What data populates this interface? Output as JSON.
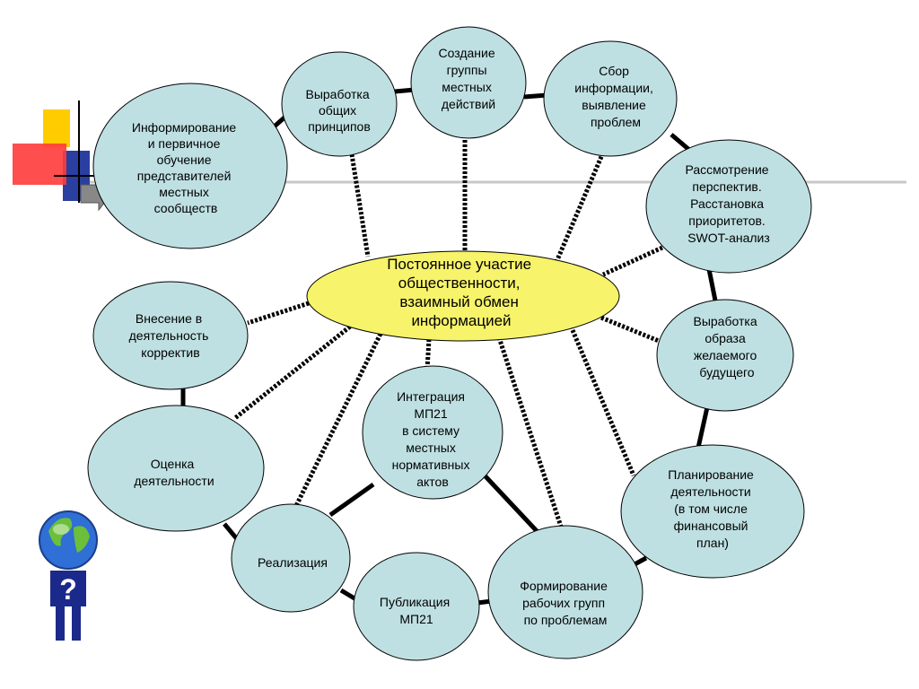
{
  "colors": {
    "node_fill": "#bfe0e2",
    "center_fill": "#f7f36a",
    "stroke": "#000000"
  },
  "center": {
    "lines": [
      "Постоянное участие",
      "общественности,",
      "взаимный обмен",
      "информацией"
    ]
  },
  "nodes": {
    "informing": {
      "lines": [
        "Информирование",
        "и первичное",
        "обучение",
        "представителей",
        "местных",
        "сообществ"
      ]
    },
    "principles": {
      "lines": [
        "Выработка",
        "общих",
        "принципов"
      ]
    },
    "group": {
      "lines": [
        "Создание",
        "группы",
        "местных",
        "действий"
      ]
    },
    "collection": {
      "lines": [
        "Сбор",
        "информации,",
        "выявление",
        "проблем"
      ]
    },
    "perspectives": {
      "lines": [
        "Рассмотрение",
        "перспектив.",
        "Расстановка",
        "приоритетов.",
        "SWOT-анализ"
      ]
    },
    "vision": {
      "lines": [
        "Выработка",
        "образа",
        "желаемого",
        "будущего"
      ]
    },
    "planning": {
      "lines": [
        "Планирование",
        "деятельности",
        "(в том числе",
        "финансовый",
        "план)"
      ]
    },
    "working_groups": {
      "lines": [
        "Формирование",
        "рабочих групп",
        "по проблемам"
      ]
    },
    "publication": {
      "lines": [
        "Публикация",
        "МП21"
      ]
    },
    "implementation": {
      "lines": [
        "Реализация"
      ]
    },
    "integration": {
      "lines": [
        "Интеграция",
        "МП21",
        "в систему",
        "местных",
        "нормативных",
        "актов"
      ]
    },
    "evaluation": {
      "lines": [
        "Оценка",
        "деятельности"
      ]
    },
    "corrections": {
      "lines": [
        "Внесение в",
        "деятельность",
        "корректив"
      ]
    }
  },
  "icons": [
    "globe-person-icon",
    "arrow-right-icon"
  ]
}
